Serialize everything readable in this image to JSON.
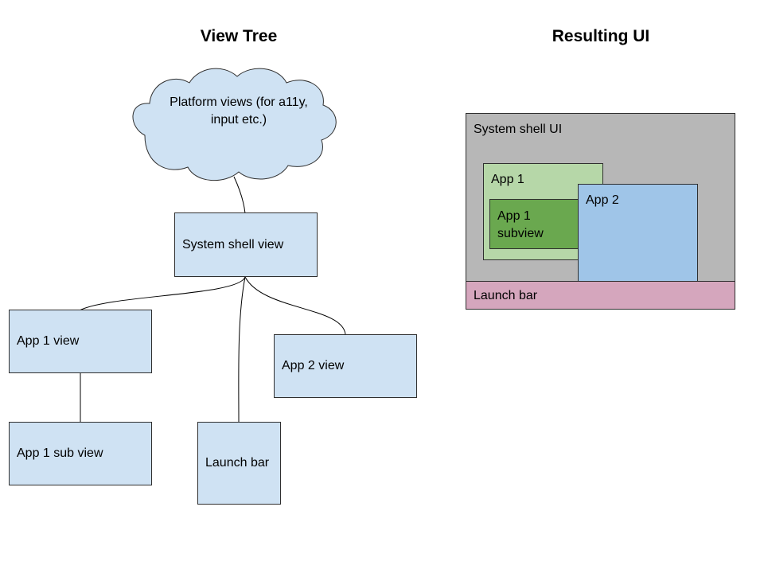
{
  "titles": {
    "view_tree": "View Tree",
    "resulting_ui": "Resulting UI"
  },
  "view_tree": {
    "cloud": "Platform views (for a11y, input etc.)",
    "system_shell_view": "System shell view",
    "app1_view": "App 1 view",
    "app2_view": "App 2 view",
    "app1_sub_view": "App 1 sub view",
    "launch_bar": "Launch bar"
  },
  "resulting_ui": {
    "system_shell": "System shell UI",
    "app1": "App 1",
    "app1_subview": "App 1 subview",
    "app2": "App 2",
    "launch_bar": "Launch bar"
  },
  "colors": {
    "tree_box": "#cfe2f3",
    "system_shell": "#b7b7b7",
    "app1": "#b6d7a8",
    "app1_subview": "#6aa84f",
    "app2": "#9fc5e8",
    "launch_bar": "#d5a6bd"
  }
}
